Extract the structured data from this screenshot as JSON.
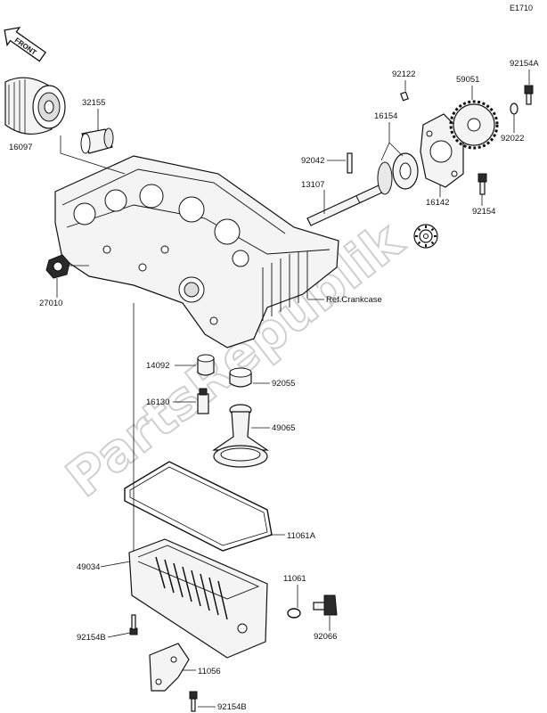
{
  "diagram_code": "E1710",
  "front_label": "FRONT",
  "watermark": "PartsRepublik",
  "ref_label": "Ref.Crankcase",
  "parts": {
    "p16097": "16097",
    "p32155": "32155",
    "p27010": "27010",
    "p92122": "92122",
    "p59051": "59051",
    "p92154A": "92154A",
    "p16154": "16154",
    "p92042": "92042",
    "p92022": "92022",
    "p16142": "16142",
    "p13107": "13107",
    "p92154": "92154",
    "p14092": "14092",
    "p92055": "92055",
    "p16130": "16130",
    "p49065": "49065",
    "p11061A": "11061A",
    "p49034": "49034",
    "p11061": "11061",
    "p92066": "92066",
    "p92154B_1": "92154B",
    "p11056": "11056",
    "p92154B_2": "92154B"
  }
}
